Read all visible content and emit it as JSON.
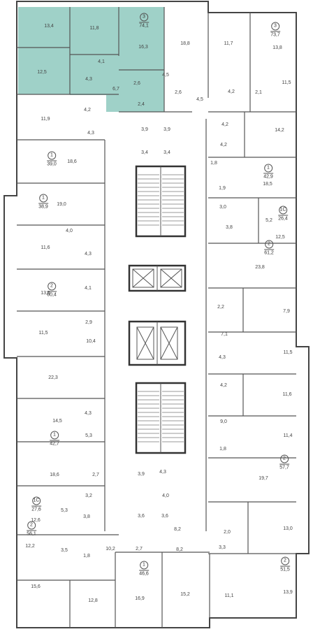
{
  "highlight_color": "#9fd1c8",
  "wall_color": "#444444",
  "apartments": [
    {
      "rooms": "3",
      "area": "74,1"
    },
    {
      "rooms": "3",
      "area": "73,7"
    },
    {
      "rooms": "1",
      "area": "39,0"
    },
    {
      "rooms": "1",
      "area": "42,9"
    },
    {
      "rooms": "1",
      "area": "38,9"
    },
    {
      "rooms": "1С",
      "area": "26,4"
    },
    {
      "rooms": "2",
      "area": "61,2"
    },
    {
      "rooms": "2",
      "area": "60,4"
    },
    {
      "rooms": "1",
      "area": "42,7"
    },
    {
      "rooms": "2",
      "area": "57,7"
    },
    {
      "rooms": "1С",
      "area": "27,6"
    },
    {
      "rooms": "2",
      "area": "56,1"
    },
    {
      "rooms": "2",
      "area": "51,5"
    },
    {
      "rooms": "1",
      "area": "46,6"
    }
  ],
  "room_areas": [
    "13,4",
    "11,8",
    "16,3",
    "18,8",
    "11,7",
    "13,8",
    "12,5",
    "4,1",
    "4,3",
    "2,6",
    "6,7",
    "2,4",
    "2,6",
    "4,5",
    "4,2",
    "2,1",
    "11,5",
    "4,2",
    "4,5",
    "11,9",
    "4,3",
    "3,9",
    "3,9",
    "4,2",
    "14,2",
    "3,4",
    "3,4",
    "4,2",
    "1,8",
    "18,6",
    "18,5",
    "1,9",
    "19,0",
    "3,0",
    "5,2",
    "4,0",
    "3,8",
    "12,5",
    "11,6",
    "4,3",
    "23,8",
    "13,6",
    "4,1",
    "2,2",
    "2,9",
    "11,5",
    "10,4",
    "7,1",
    "7,9",
    "11,5",
    "4,3",
    "22,3",
    "4,2",
    "11,6",
    "9,0",
    "14,5",
    "4,3",
    "5,3",
    "11,4",
    "18,6",
    "1,8",
    "2,7",
    "3,9",
    "4,3",
    "19,7",
    "3,2",
    "4,0",
    "12,6",
    "5,3",
    "3,8",
    "3,6",
    "3,6",
    "8,2",
    "2,0",
    "13,0",
    "10,2",
    "3,5",
    "1,8",
    "2,7",
    "8,2",
    "3,3",
    "12,2",
    "15,6",
    "12,8",
    "16,9",
    "15,2",
    "11,1",
    "13,9"
  ]
}
